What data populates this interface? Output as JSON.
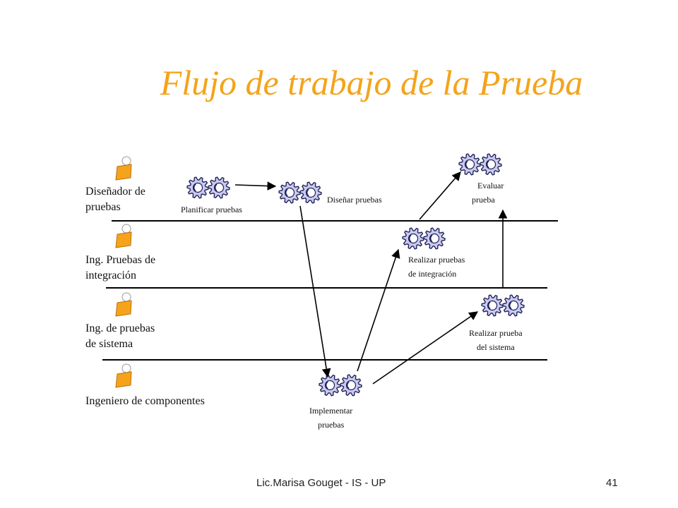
{
  "title": "Flujo de trabajo de la Prueba",
  "roles": [
    {
      "line1": "Diseñador de",
      "line2": "pruebas"
    },
    {
      "line1": "Ing. Pruebas de",
      "line2": "integración"
    },
    {
      "line1": "Ing. de pruebas",
      "line2": "de sistema"
    },
    {
      "line1": "Ingeniero de componentes",
      "line2": ""
    }
  ],
  "activities": {
    "planificar": {
      "line1": "Planificar pruebas",
      "line2": ""
    },
    "disenar": {
      "line1": "Diseñar pruebas",
      "line2": ""
    },
    "evaluar": {
      "line1": "Evaluar",
      "line2": "prueba"
    },
    "integracion": {
      "line1": "Realizar pruebas",
      "line2": "de integración"
    },
    "sistema": {
      "line1": "Realizar prueba",
      "line2": "del sistema"
    },
    "implementar": {
      "line1": "Implementar",
      "line2": "pruebas"
    }
  },
  "footer": {
    "author": "Lic.Marisa Gouget - IS - UP",
    "page": "41"
  },
  "colors": {
    "title": "#f5a31b",
    "actor_body": "#f5a31b",
    "gear_fill": "#c9caf0",
    "gear_stroke": "#23235a"
  }
}
